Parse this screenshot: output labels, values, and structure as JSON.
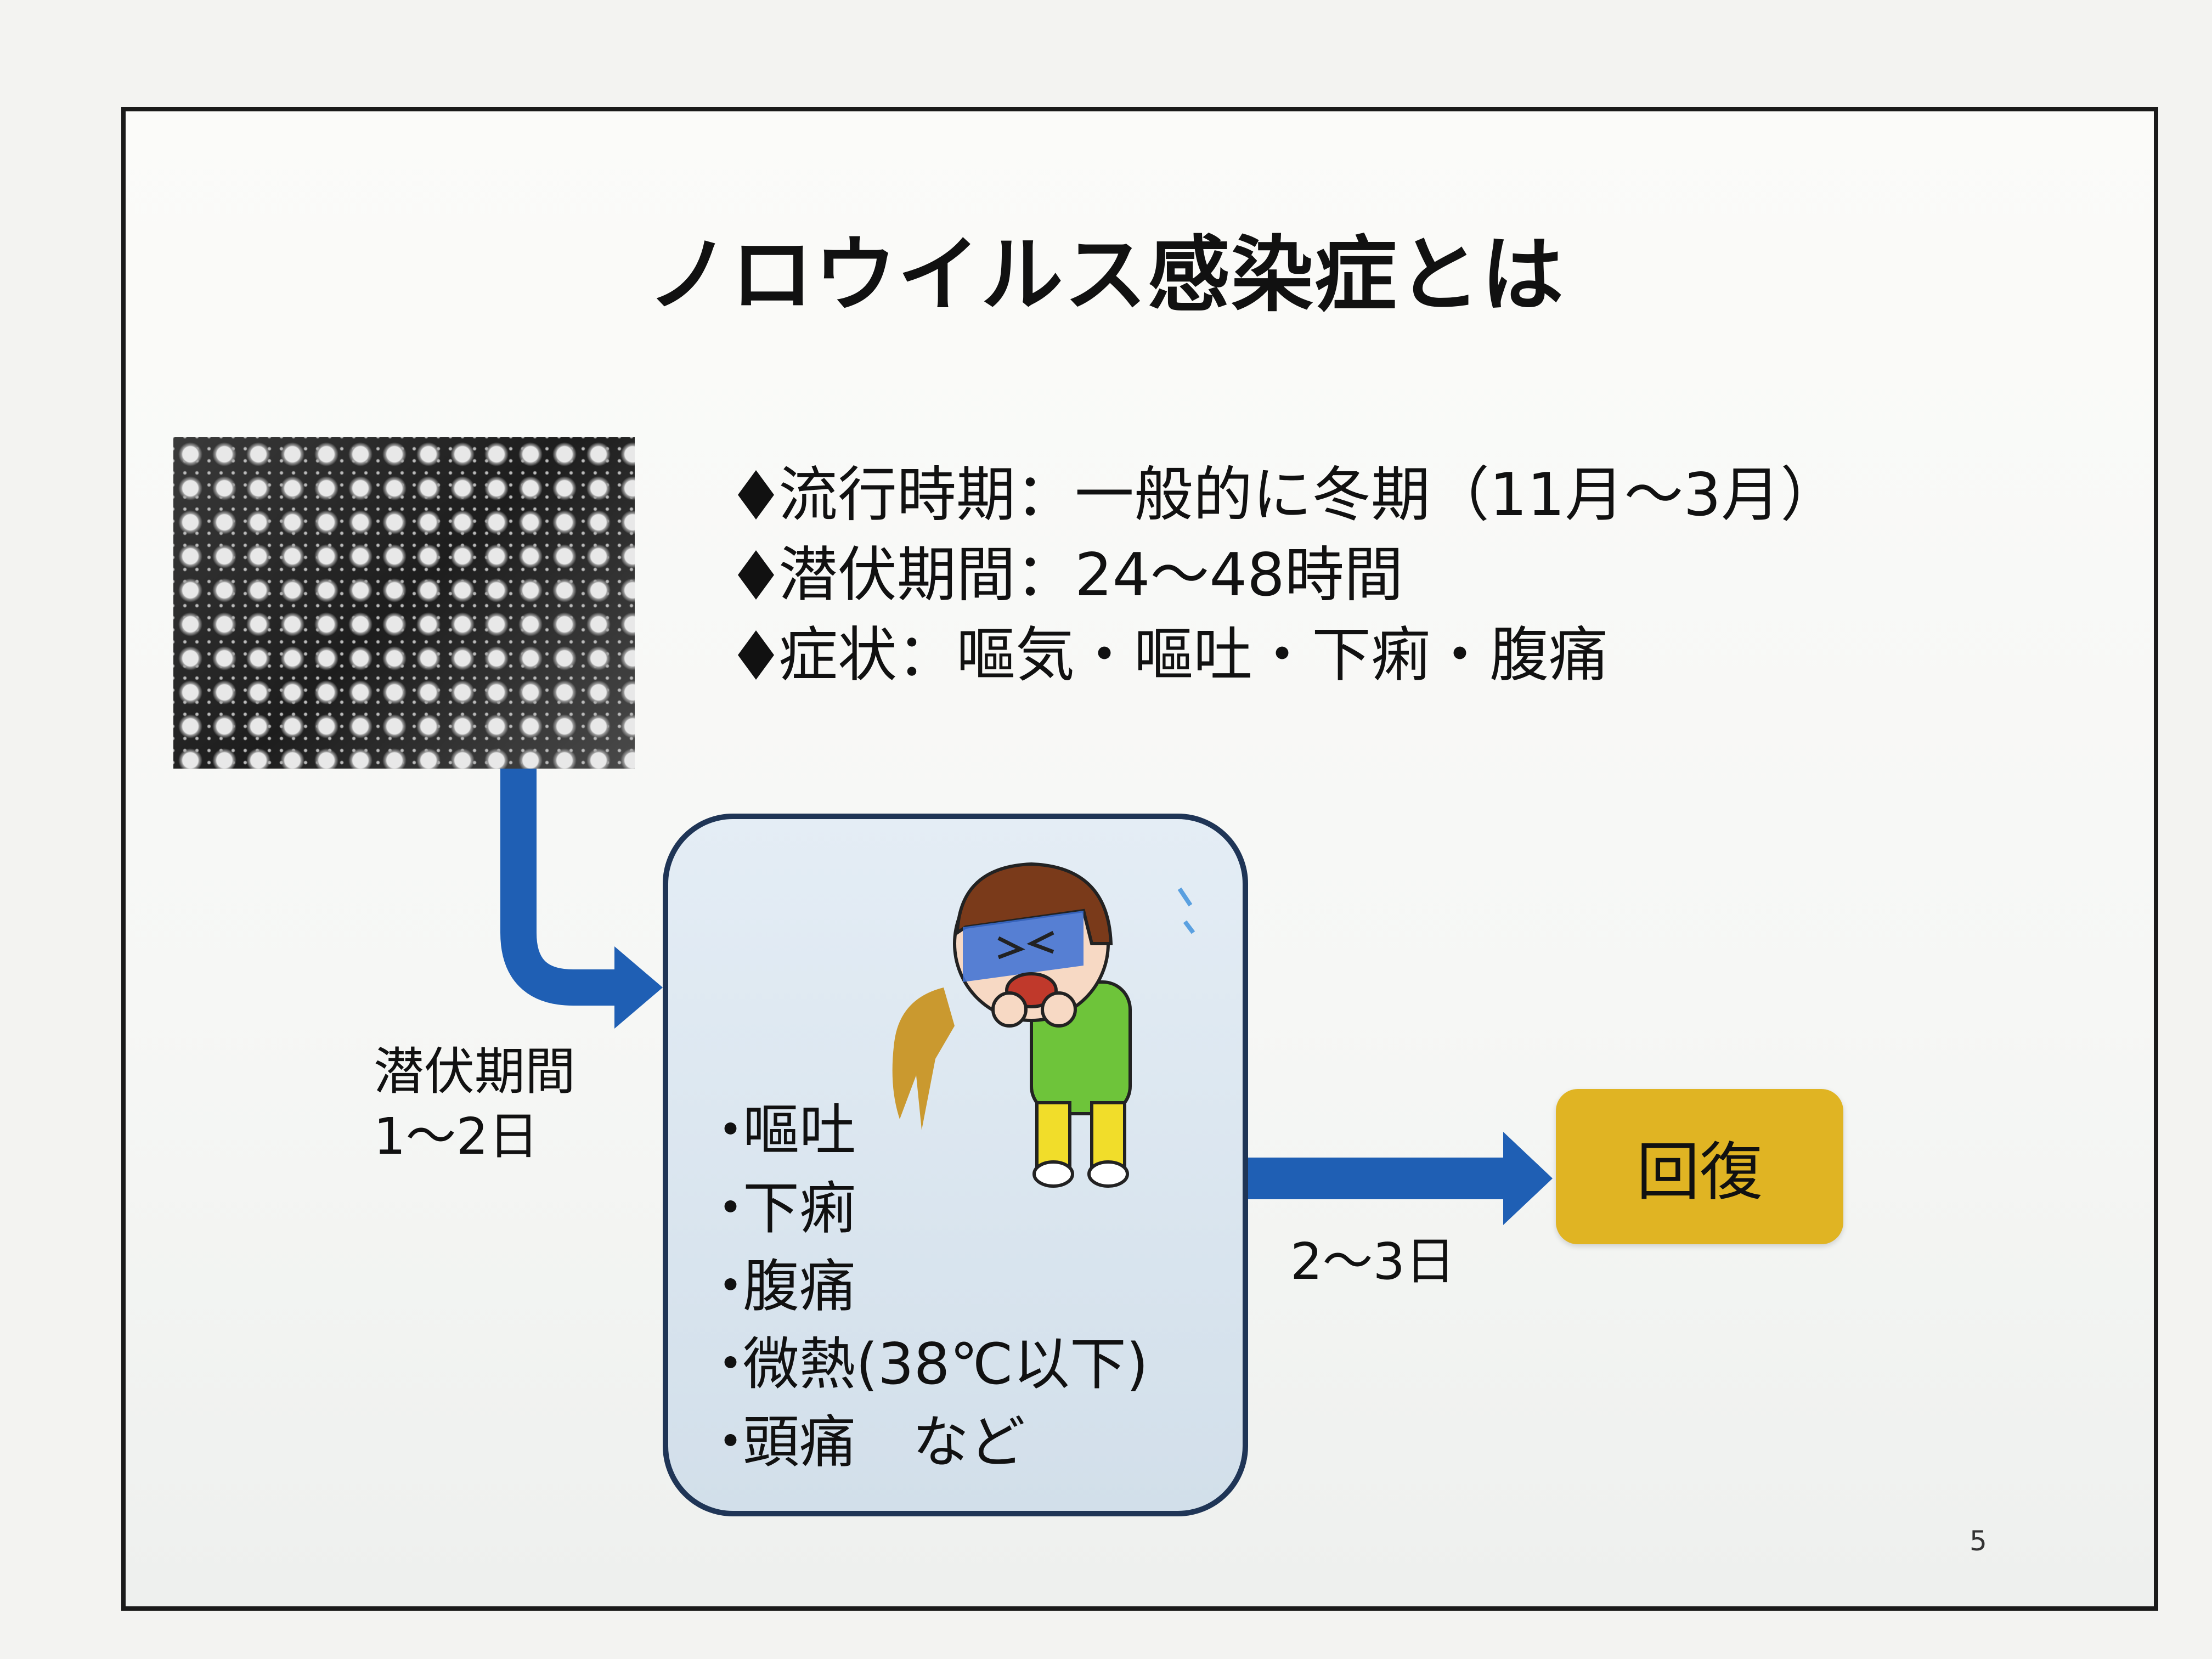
{
  "slide": {
    "title": "ノロウイルス感染症とは",
    "bullets": [
      "流行時期：一般的に冬期（11月～3月）",
      "潜伏期間：24～48時間",
      "症状：嘔気・嘔吐・下痢・腹痛"
    ],
    "incubation_label": "潜伏期間",
    "incubation_days": "1～2日",
    "symptoms": [
      "嘔吐",
      "下痢",
      "腹痛",
      "微熱(38℃以下)",
      "頭痛　など"
    ],
    "recovery_days": "2～3日",
    "recovery_label": "回復",
    "page_number": "5"
  },
  "colors": {
    "arrow": "#1f5fb4",
    "recovery_box": "#e0b423",
    "box_border": "#1f3556"
  }
}
